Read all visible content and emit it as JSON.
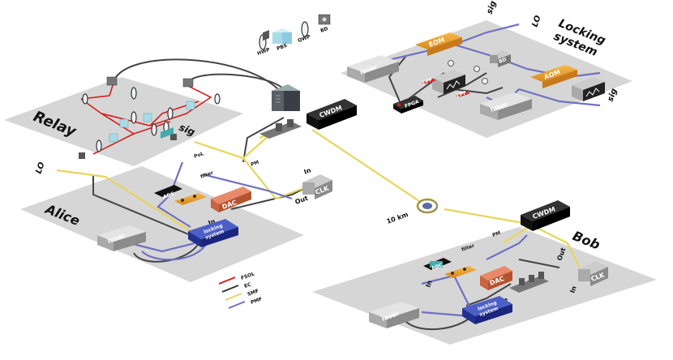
{
  "regions": {
    "relay": "Relay",
    "alice": "Alice",
    "bob": "Bob",
    "locking_system": [
      "Locking",
      "system"
    ]
  },
  "legend_icons": {
    "hwp": "HWP",
    "pbs": "PBS",
    "qwp": "QWP",
    "bd": "BD"
  },
  "legend_lines": [
    {
      "label": "FSOL",
      "color": "#d42020"
    },
    {
      "label": "EC",
      "color": "#333333"
    },
    {
      "label": "SMF",
      "color": "#e8d45a"
    },
    {
      "label": "PMF",
      "color": "#7070c0"
    }
  ],
  "labels": {
    "sig": "sig",
    "lo": "LO",
    "laser": "laser",
    "cwdm": "CWDM",
    "clk": "CLK",
    "in": "In",
    "out": "Out",
    "adc": "ADC",
    "dac": "DAC",
    "locking_unit": [
      "locking",
      "system"
    ],
    "fiber": "10 km",
    "eom": "EOM",
    "aom": "AOM",
    "fpga": "FPGA",
    "lpf": "LPF",
    "bd": "BD",
    "pol": "PoL",
    "pm": "PM",
    "filter": "filter"
  }
}
